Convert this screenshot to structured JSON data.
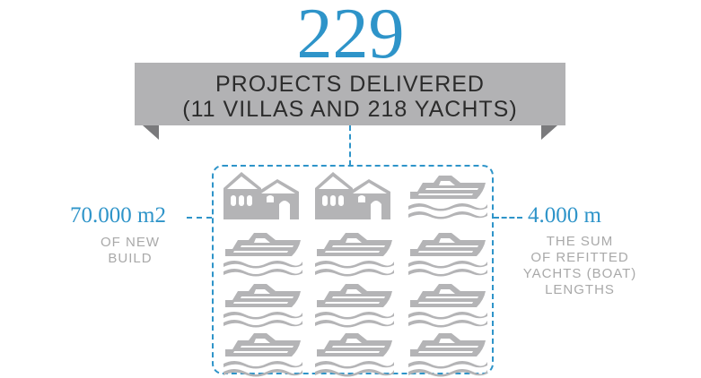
{
  "headline": {
    "number": "229",
    "line1": "PROJECTS DELIVERED",
    "line2": "(11 VILLAS AND 218 YACHTS)"
  },
  "left_stat": {
    "value": "70.000 m2",
    "caption_lines": [
      "OF NEW",
      "BUILD"
    ]
  },
  "right_stat": {
    "value": "4.000 m",
    "caption_lines": [
      "THE SUM",
      "OF REFITTED",
      "YACHTS (BOAT)",
      "LENGTHS"
    ]
  },
  "icon_grid": [
    "villa-icon",
    "villa-icon",
    "yacht-icon",
    "yacht-icon",
    "yacht-icon",
    "yacht-icon",
    "yacht-icon",
    "yacht-icon",
    "yacht-icon",
    "yacht-icon",
    "yacht-icon",
    "yacht-icon"
  ],
  "colors": {
    "accent_blue": "#2e94c9",
    "banner_gray": "#b2b2b4",
    "banner_fold": "#7a7a7c",
    "icon_gray": "#b4b4b6",
    "caption_gray": "#a9a9a9",
    "text_dark": "#2c2c2c"
  }
}
